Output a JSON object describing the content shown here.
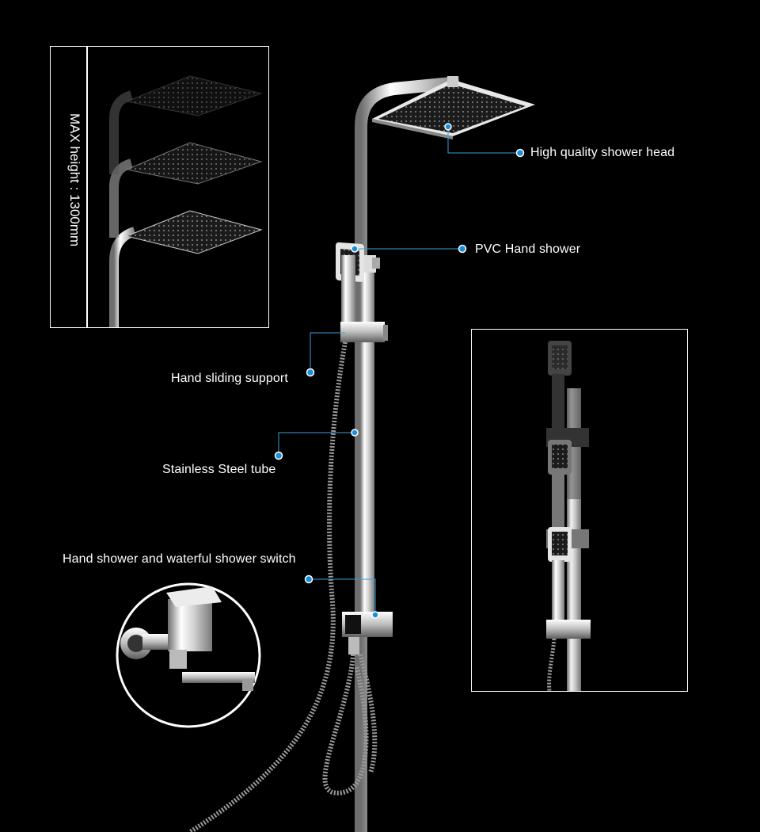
{
  "labels": {
    "shower_head": "High quality shower head",
    "hand_shower": "PVC Hand shower",
    "sliding_support": "Hand sliding support",
    "steel_tube": "Stainless Steel tube",
    "switch": "Hand shower and waterful shower switch",
    "max_height": "MAX height : 1300mm"
  },
  "colors": {
    "background": "#000000",
    "callout_dot": "#1a8fd6",
    "callout_line": "#3a9fd8",
    "chrome": "#d9d9d9"
  }
}
